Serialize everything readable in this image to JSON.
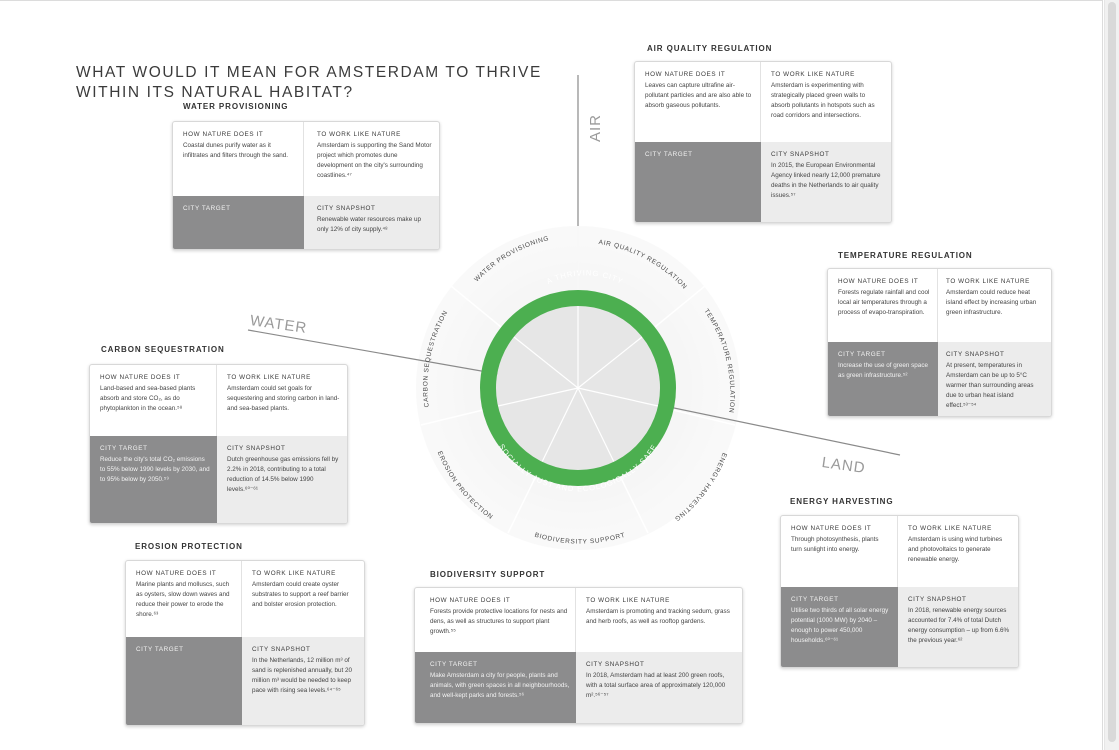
{
  "title": {
    "line1": "WHAT WOULD IT MEAN FOR AMSTERDAM TO THRIVE",
    "line2": "WITHIN ITS NATURAL HABITAT?"
  },
  "axes": {
    "air": "AIR",
    "water": "WATER",
    "land": "LAND"
  },
  "ring": {
    "top": "A THRIVING CITY",
    "bottom": "SOCIALLY JUST AND ECOLOGICALLY SAFE",
    "segments": {
      "water_provisioning": "WATER PROVISIONING",
      "air_quality": "AIR QUALITY REGULATION",
      "temperature": "TEMPERATURE REGULATION",
      "energy": "ENERGY HARVESTING",
      "biodiversity": "BIODIVERSITY SUPPORT",
      "erosion": "EROSION PROTECTION",
      "carbon": "CARBON SEQUESTRATION"
    }
  },
  "labels": {
    "how": "HOW NATURE DOES IT",
    "work": "TO WORK LIKE NATURE",
    "target": "CITY TARGET",
    "snapshot": "CITY SNAPSHOT"
  },
  "sections": {
    "water_provisioning": {
      "title": "WATER PROVISIONING",
      "how": "Coastal dunes purify water as it infiltrates and filters through the sand.",
      "work": "Amsterdam is supporting the Sand Motor project which promotes dune development on the city's surrounding coastlines.⁴⁷",
      "target": "",
      "snapshot": "Renewable water resources make up only 12% of city supply.⁴⁸"
    },
    "air_quality": {
      "title": "AIR QUALITY REGULATION",
      "how": "Leaves can capture ultrafine air-pollutant particles and are also able to absorb gaseous pollutants.",
      "work": "Amsterdam is experimenting with strategically placed green walls to absorb pollutants in hotspots such as road corridors and intersections.",
      "target": "",
      "snapshot": "In 2015, the European Environmental Agency linked nearly 12,000 premature deaths in the Netherlands to air quality issues.⁵⁷"
    },
    "temperature": {
      "title": "TEMPERATURE REGULATION",
      "how": "Forests regulate rainfall and cool local air temperatures through a process of evapo-transpiration.",
      "work": "Amsterdam could reduce heat island effect by increasing urban green infrastructure.",
      "target": "Increase the use of green space as green infrastructure.⁵²",
      "snapshot": "At present, temperatures in Amsterdam can be up to 5°C warmer than surrounding areas due to urban heat island effect.⁵³⁻⁵⁴"
    },
    "carbon": {
      "title": "CARBON SEQUESTRATION",
      "how": "Land-based and sea-based plants absorb and store CO₂, as do phytoplankton in the ocean.⁵⁸",
      "work": "Amsterdam could set goals for sequestering and storing carbon in land- and sea-based plants.",
      "target": "Reduce the city's total CO₂ emissions to 55% below 1990 levels by 2030, and to 95% below by 2050.⁵⁹",
      "snapshot": "Dutch greenhouse gas emissions fell by 2.2% in 2018, contributing to a total reduction of 14.5% below 1990 levels.⁶⁰⁻⁶¹"
    },
    "energy": {
      "title": "ENERGY HARVESTING",
      "how": "Through photosynthesis, plants turn sunlight into energy.",
      "work": "Amsterdam is using wind turbines and photovoltaics to generate renewable energy.",
      "target": "Utilise two thirds of all solar energy potential (1000 MW) by 2040 – enough to power 450,000 households.⁶⁰⁻⁶¹",
      "snapshot": "In 2018, renewable energy sources accounted for 7.4% of total Dutch energy consumption – up from 6.6% the previous year.⁶²"
    },
    "erosion": {
      "title": "EROSION PROTECTION",
      "how": "Marine plants and molluscs, such as oysters, slow down waves and reduce their power to erode the shore.⁶³",
      "work": "Amsterdam could create oyster substrates to support a reef barrier and bolster erosion protection.",
      "target": "",
      "snapshot": "In the Netherlands, 12 million m³ of sand is replenished annually, but 20 million m³ would be needed to keep pace with rising sea levels.⁶⁴⁻⁶⁵"
    },
    "biodiversity": {
      "title": "BIODIVERSITY SUPPORT",
      "how": "Forests provide protective locations for nests and dens, as well as structures to support plant growth.⁵⁵",
      "work": "Amsterdam is promoting and tracking sedum, grass and herb roofs, as well as rooftop gardens.",
      "target": "Make Amsterdam a city for people, plants and animals, with green spaces in all neighbourhoods, and well-kept parks and forests.⁵⁶",
      "snapshot": "In 2018, Amsterdam had at least 200 green roofs, with a total surface area of approximately 120,000 m².⁵⁶⁻⁵⁷"
    }
  },
  "colors": {
    "ring_green": "#4caf50",
    "target_grey": "#8c8c8d",
    "snapshot_grey": "#ececec"
  }
}
